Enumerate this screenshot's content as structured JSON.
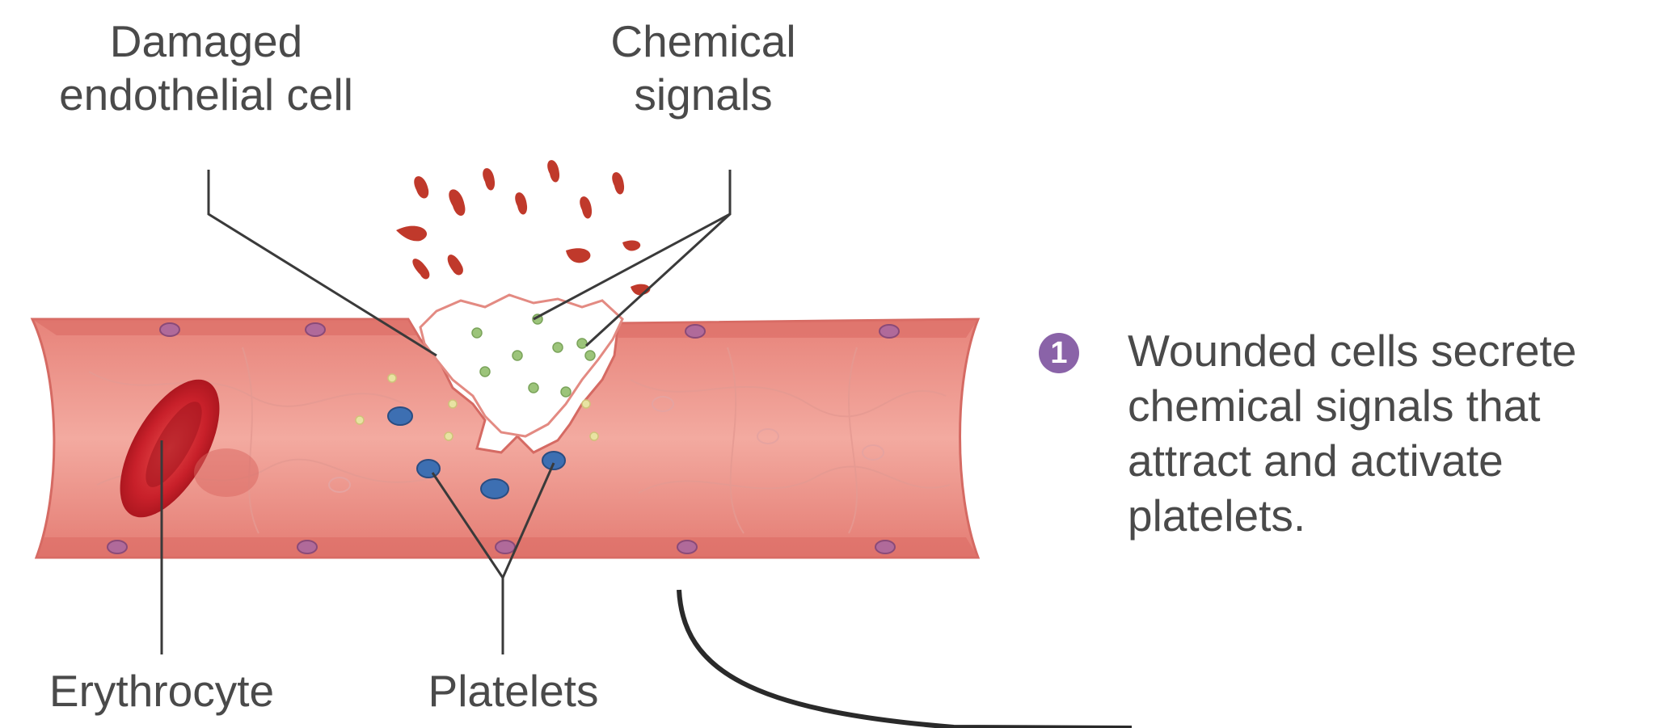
{
  "labels": {
    "damaged_cell": "Damaged\nendothelial cell",
    "chemical_signals": "Chemical\nsignals",
    "erythrocyte": "Erythrocyte",
    "platelets": "Platelets"
  },
  "step": {
    "number": "1",
    "text": "Wounded cells secrete\nchemical signals that\nattract and activate\nplatelets."
  },
  "colors": {
    "vessel_wall": "#e8837c",
    "vessel_lumen": "#f2aaa0",
    "erythrocyte": "#c81e28",
    "signal_droplet": "#c0392b",
    "chemical_signal": "#9cc47a",
    "platelet": "#3d6fb2",
    "badge": "#8a63a8",
    "text": "#4a4a4a"
  }
}
